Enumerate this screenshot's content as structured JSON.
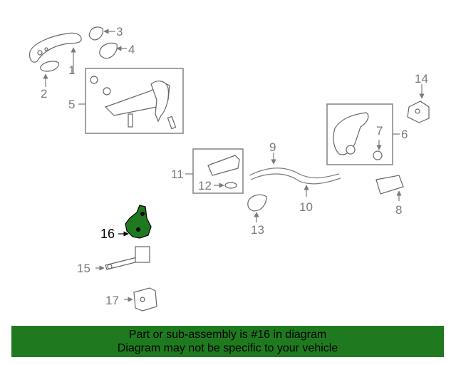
{
  "diagram": {
    "highlight_color": "#1f7a1f",
    "highlighted_part": "16",
    "callouts": [
      "1",
      "2",
      "3",
      "4",
      "5",
      "6",
      "7",
      "8",
      "9",
      "10",
      "11",
      "12",
      "13",
      "14",
      "15",
      "16",
      "17"
    ]
  },
  "banner": {
    "line1": "Part or sub-assembly is #16 in diagram",
    "line2": "Diagram may not be specific to your vehicle",
    "background": "#1f7a1f"
  }
}
